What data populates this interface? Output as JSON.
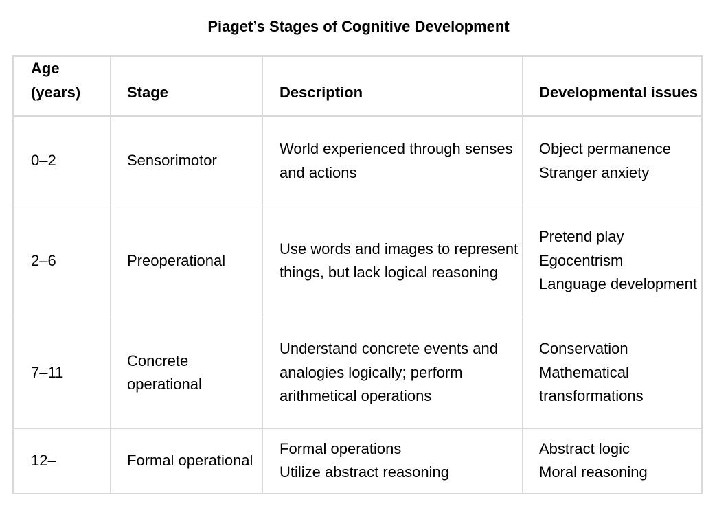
{
  "title": "Piaget’s Stages of Cognitive Development",
  "headers": {
    "age": "Age (years)",
    "stage": "Stage",
    "description": "Description",
    "issues": "Developmental issues"
  },
  "rows": [
    {
      "age": "0–2",
      "stage": "Sensorimotor",
      "description": "World experienced through senses and actions",
      "issues": [
        "Object permanence",
        "Stranger anxiety"
      ]
    },
    {
      "age": "2–6",
      "stage": "Preoperational",
      "description": "Use words and images to represent things, but lack logical reasoning",
      "issues": [
        "Pretend play",
        "Egocentrism",
        "Language development"
      ]
    },
    {
      "age": "7–11",
      "stage": "Concrete operational",
      "description": "Understand concrete events and analogies logically; perform arithmetical operations",
      "issues": [
        "Conservation",
        "Mathematical transformations"
      ]
    },
    {
      "age": "12–",
      "stage": "Formal operational",
      "description_lines": [
        "Formal operations",
        "Utilize abstract reasoning"
      ],
      "issues": [
        "Abstract logic",
        "Moral reasoning"
      ]
    }
  ]
}
